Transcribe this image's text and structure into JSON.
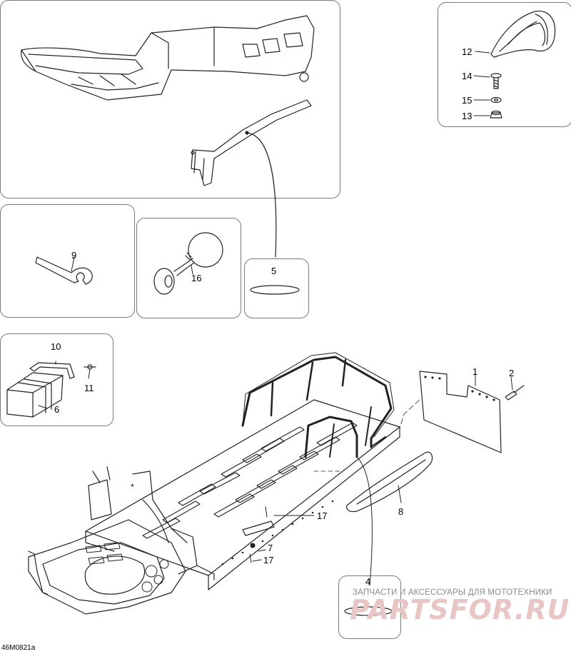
{
  "diagram": {
    "code": "46M0821a",
    "watermark": {
      "line1": "ЗАПЧАСТИ И АКСЕССУАРЫ ДЛЯ МОТОТЕХНИКИ",
      "line2": "PARTSFOR.RU"
    },
    "callouts": {
      "c1": "1",
      "c2": "2",
      "c4": "4",
      "c5": "5",
      "c6": "6",
      "c7": "7",
      "c8": "8",
      "c9": "9",
      "c10": "10",
      "c11": "11",
      "c12": "12",
      "c13": "13",
      "c14": "14",
      "c15": "15",
      "c16": "16",
      "c17a": "17",
      "c17b": "17"
    },
    "star_mark": "*"
  }
}
